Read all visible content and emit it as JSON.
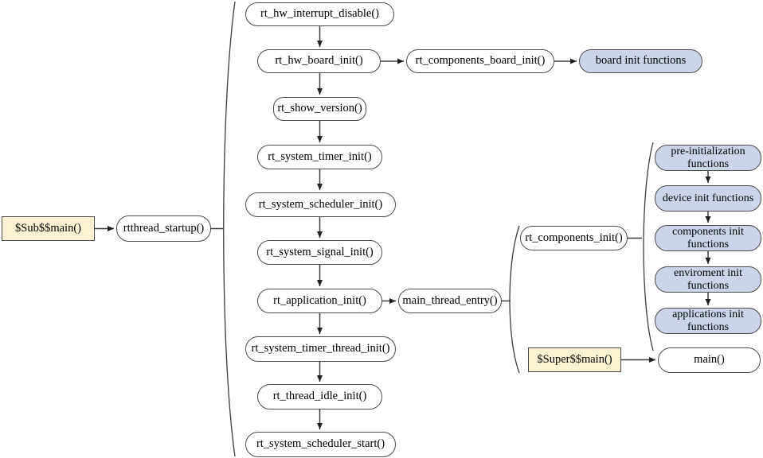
{
  "colors": {
    "blue_fill": "#ccd4e9",
    "tan_fill": "#fdf2d3",
    "node_border": "#4b4b4b",
    "connector": "#333333"
  },
  "nodes": {
    "sub_main": {
      "label": "$Sub$$main()"
    },
    "rtthread_startup": {
      "label": "rtthread_startup()"
    },
    "hw_interrupt_disable": {
      "label": "rt_hw_interrupt_disable()"
    },
    "hw_board_init": {
      "label": "rt_hw_board_init()"
    },
    "components_board_init": {
      "label": "rt_components_board_init()"
    },
    "board_init_functions": {
      "label": "board init functions"
    },
    "show_version": {
      "label": "rt_show_version()"
    },
    "system_timer_init": {
      "label": "rt_system_timer_init()"
    },
    "system_scheduler_init": {
      "label": "rt_system_scheduler_init()"
    },
    "system_signal_init": {
      "label": "rt_system_signal_init()"
    },
    "application_init": {
      "label": "rt_application_init()"
    },
    "main_thread_entry": {
      "label": "main_thread_entry()"
    },
    "system_timer_thread_init": {
      "label": "rt_system_timer_thread_init()"
    },
    "thread_idle_init": {
      "label": "rt_thread_idle_init()"
    },
    "system_scheduler_start": {
      "label": "rt_system_scheduler_start()"
    },
    "components_init": {
      "label": "rt_components_init()"
    },
    "pre_initialization_functions": {
      "label": "pre-initialization functions"
    },
    "device_init_functions": {
      "label": "device init functions"
    },
    "components_init_functions": {
      "label": "components init functions"
    },
    "enviroment_init_functions": {
      "label": "enviroment init functions"
    },
    "applications_init_functions": {
      "label": "applications init functions"
    },
    "super_main": {
      "label": "$Super$$main()"
    },
    "main_fn": {
      "label": "main()"
    }
  }
}
